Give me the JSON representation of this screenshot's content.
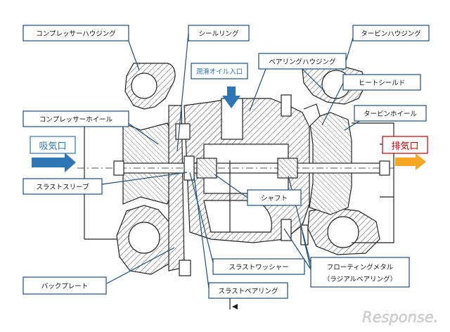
{
  "labels": {
    "compressor_housing": "コンプレッサーハウジング",
    "seal_ring": "シールリング",
    "turbine_housing": "タービンハウジング",
    "oil_inlet": "潤滑オイル入口",
    "bearing_housing": "ベアリングハウジング",
    "heat_shield": "ヒートシールド",
    "compressor_wheel": "コンプレッサーホイール",
    "turbine_wheel": "タービンホイール",
    "intake": "吸気口",
    "exhaust": "排気口",
    "thrust_sleeve": "スラストスリーブ",
    "shaft": "シャフト",
    "thrust_washer": "スラストワッシャー",
    "floating_metal": "フローティングメタル",
    "radial_bearing": "（ラジアルベアリング）",
    "back_plate": "バックプレート",
    "thrust_bearing": "スラストベアリング"
  },
  "watermark": "Response.",
  "colors": {
    "label_border": "#1f4e79",
    "oil_inlet_text": "#2e75b6",
    "intake_arrow": "#2e75b6",
    "intake_text": "#2e75b6",
    "exhaust_arrow": "#f5a623",
    "exhaust_text": "#c00000",
    "line": "#222222"
  }
}
